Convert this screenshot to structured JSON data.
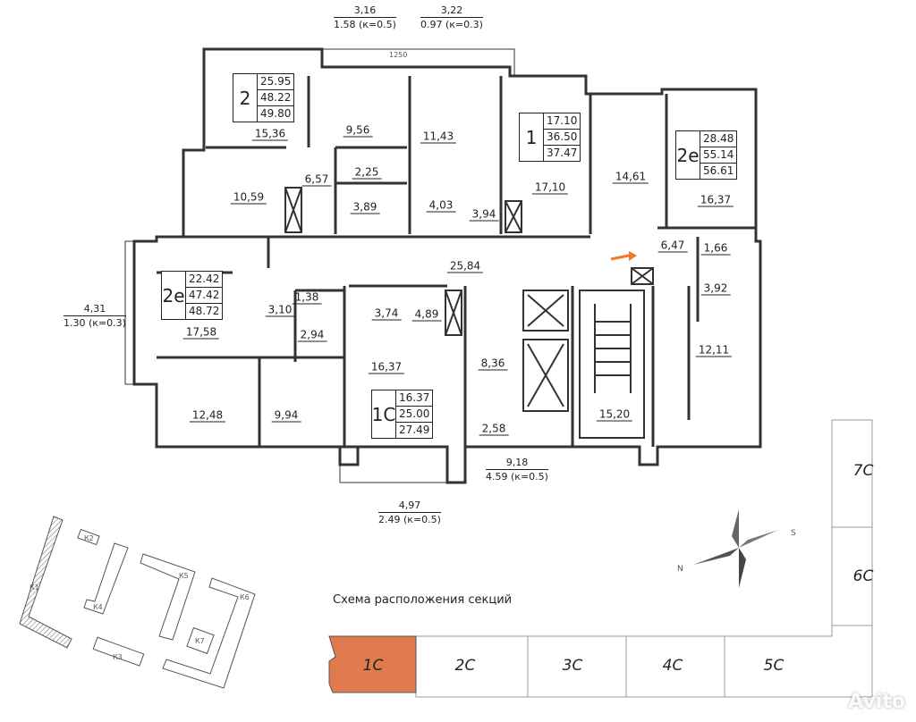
{
  "apartments": [
    {
      "type": "2",
      "values": [
        "25.95",
        "48.22",
        "49.80"
      ]
    },
    {
      "type": "1",
      "values": [
        "17.10",
        "36.50",
        "37.47"
      ]
    },
    {
      "type": "2е",
      "values": [
        "28.48",
        "55.14",
        "56.61"
      ]
    },
    {
      "type": "2е",
      "values": [
        "22.42",
        "47.42",
        "48.72"
      ]
    },
    {
      "type": "1С",
      "values": [
        "16.37",
        "25.00",
        "27.49"
      ]
    }
  ],
  "rooms": [
    "15,36",
    "9,56",
    "11,43",
    "17,10",
    "14,61",
    "16,37",
    "10,59",
    "6,57",
    "2,25",
    "3,89",
    "4,03",
    "3,94",
    "6,47",
    "1,66",
    "3,92",
    "25,84",
    "3,10",
    "1,38",
    "2,94",
    "3,74",
    "4,89",
    "17,58",
    "8,36",
    "12,11",
    "16,37",
    "12,48",
    "9,94",
    "2,58",
    "15,20"
  ],
  "dimensions": [
    {
      "top": "3,16",
      "bottom": "1.58 (к=0.5)"
    },
    {
      "top": "3,22",
      "bottom": "0.97 (к=0.3)"
    },
    {
      "top": "4,31",
      "bottom": "1.30 (к=0.3)"
    },
    {
      "top": "9,18",
      "bottom": "4.59 (к=0.5)"
    },
    {
      "top": "4,97",
      "bottom": "2.49 (к=0.5)"
    }
  ],
  "width_mark": "1250",
  "schema_title": "Схема расположения секций",
  "sections": [
    "1С",
    "2С",
    "3С",
    "4С",
    "5С",
    "6С",
    "7С"
  ],
  "active_section": "1С",
  "compass": {
    "north": "N",
    "south": "S"
  },
  "site_blocks": [
    "К1",
    "К2",
    "К3",
    "К4",
    "К5",
    "К6",
    "К7"
  ],
  "watermark": "Avito",
  "colors": {
    "active_section": "#e07a4f",
    "entrance_arrow": "#f07a2a"
  }
}
